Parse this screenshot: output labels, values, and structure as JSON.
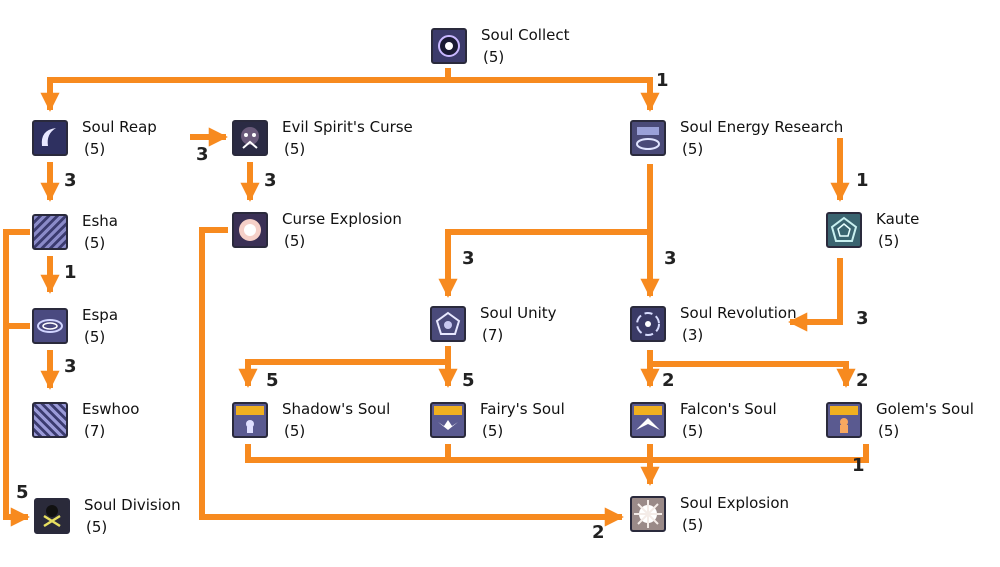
{
  "skills": [
    {
      "id": "soul-collect",
      "name": "Soul Collect",
      "level": "(5)",
      "icon": "soul-collect-icon"
    },
    {
      "id": "soul-reap",
      "name": "Soul Reap",
      "level": "(5)",
      "icon": "soul-reap-icon"
    },
    {
      "id": "evil-spirits-curse",
      "name": "Evil Spirit's Curse",
      "level": "(5)",
      "icon": "evil-spirit-icon"
    },
    {
      "id": "soul-energy-research",
      "name": "Soul Energy Research",
      "level": "(5)",
      "icon": "soul-energy-icon"
    },
    {
      "id": "esha",
      "name": "Esha",
      "level": "(5)",
      "icon": "esha-icon"
    },
    {
      "id": "curse-explosion",
      "name": "Curse Explosion",
      "level": "(5)",
      "icon": "curse-explosion-icon"
    },
    {
      "id": "kaute",
      "name": "Kaute",
      "level": "(5)",
      "icon": "kaute-icon"
    },
    {
      "id": "espa",
      "name": "Espa",
      "level": "(5)",
      "icon": "espa-icon"
    },
    {
      "id": "soul-unity",
      "name": "Soul Unity",
      "level": "(7)",
      "icon": "soul-unity-icon"
    },
    {
      "id": "soul-revolution",
      "name": "Soul Revolution",
      "level": "(3)",
      "icon": "soul-revolution-icon"
    },
    {
      "id": "eswhoo",
      "name": "Eswhoo",
      "level": "(7)",
      "icon": "eswhoo-icon"
    },
    {
      "id": "shadows-soul",
      "name": "Shadow's Soul",
      "level": "(5)",
      "icon": "link-shadow-icon"
    },
    {
      "id": "fairys-soul",
      "name": "Fairy's Soul",
      "level": "(5)",
      "icon": "link-fairy-icon"
    },
    {
      "id": "falcons-soul",
      "name": "Falcon's Soul",
      "level": "(5)",
      "icon": "link-falcon-icon"
    },
    {
      "id": "golems-soul",
      "name": "Golem's Soul",
      "level": "(5)",
      "icon": "link-golem-icon"
    },
    {
      "id": "soul-division",
      "name": "Soul Division",
      "level": "(5)",
      "icon": "soul-division-icon"
    },
    {
      "id": "soul-explosion",
      "name": "Soul Explosion",
      "level": "(5)",
      "icon": "soul-explosion-icon"
    }
  ],
  "requirements": [
    {
      "id": "collect-to-energy",
      "value": "1"
    },
    {
      "id": "reap-to-curse",
      "value": "3"
    },
    {
      "id": "reap-to-esha",
      "value": "3"
    },
    {
      "id": "curse-to-explosion",
      "value": "3"
    },
    {
      "id": "energy-to-kaute",
      "value": "1"
    },
    {
      "id": "esha-to-espa",
      "value": "1"
    },
    {
      "id": "energy-to-unity",
      "value": "3"
    },
    {
      "id": "energy-to-revolution",
      "value": "3"
    },
    {
      "id": "kaute-to-revolution",
      "value": "3"
    },
    {
      "id": "espa-to-eswhoo",
      "value": "3"
    },
    {
      "id": "unity-to-shadow",
      "value": "5"
    },
    {
      "id": "unity-to-fairy",
      "value": "5"
    },
    {
      "id": "revolution-to-falcon",
      "value": "2"
    },
    {
      "id": "revolution-to-golem",
      "value": "2"
    },
    {
      "id": "links-to-soul-explosion",
      "value": "1"
    },
    {
      "id": "esha-to-division",
      "value": "5"
    },
    {
      "id": "curse-explosion-to-soul-explosion",
      "value": "2"
    }
  ],
  "colors": {
    "arrow": "#f78a1f",
    "icon_bg": "#3a3a66",
    "link_badge": "#f0b020"
  }
}
